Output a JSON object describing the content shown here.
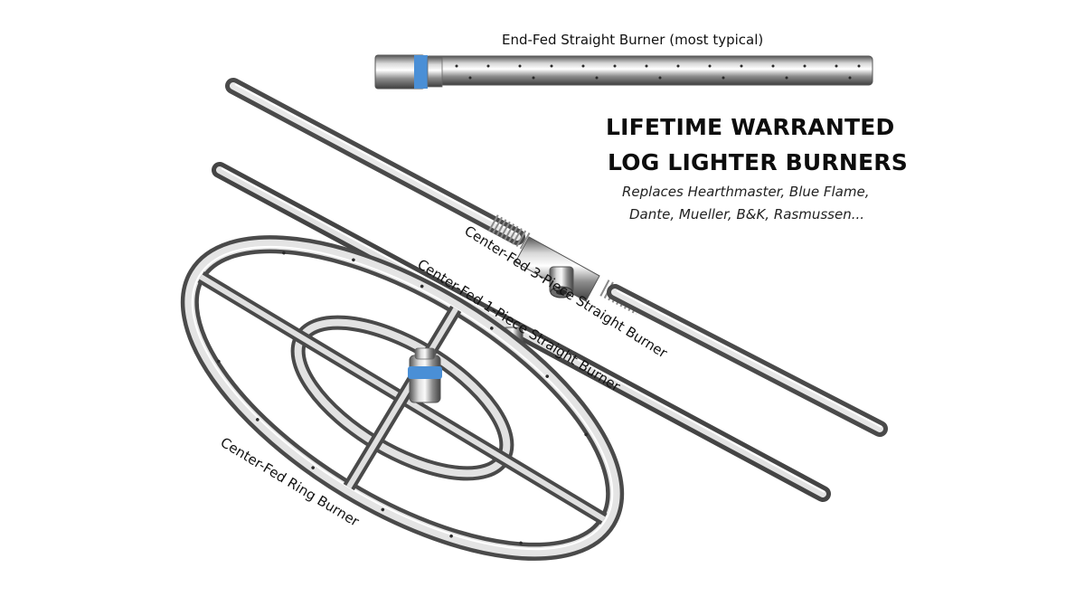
{
  "labels": {
    "end_fed": "End-Fed Straight Burner (most typical)",
    "headline_line1": "LIFETIME WARRANTED",
    "headline_line2": "LOG LIGHTER BURNERS",
    "replaces_line1": "Replaces Hearthmaster, Blue Flame,",
    "replaces_line2": "Dante, Mueller, B&K, Rasmussen...",
    "center_fed_3_piece": "Center-Fed 3-Piece Straight Burner",
    "center_fed_1_piece": "Center-Fed 1-Piece Straight Burner",
    "center_fed_ring": "Center-Fed Ring Burner"
  },
  "colors": {
    "background": "#ffffff",
    "steel_dark": "#4a4a4a",
    "steel_mid": "#9a9a9a",
    "steel_light": "#e6e6e6",
    "blue_gasket": "#4a8fd6"
  }
}
